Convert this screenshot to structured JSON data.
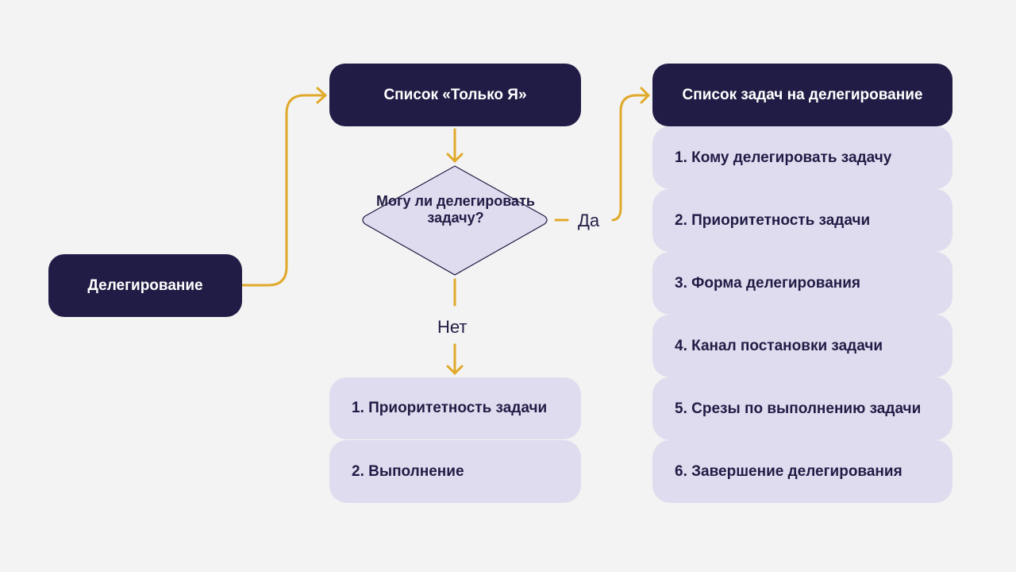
{
  "colors": {
    "background": "#f3f3f3",
    "dark_node": "#211c45",
    "light_node": "#dfdcef",
    "connector": "#e0a92a"
  },
  "nodes": {
    "start": "Делегирование",
    "only_me": "Список «Только Я»",
    "decision": "Могу ли делегировать задачу?",
    "delegation_list_title": "Список задач на делегирование"
  },
  "edge_labels": {
    "yes": "Да",
    "no": "Нет"
  },
  "no_branch_steps": [
    "1. Приоритетность задачи",
    "2. Выполнение"
  ],
  "delegation_steps": [
    "1. Кому делегировать задачу",
    "2. Приоритетность задачи",
    "3. Форма делегирования",
    "4. Канал постановки задачи",
    "5. Срезы по выполнению задачи",
    "6. Завершение делегирования"
  ]
}
